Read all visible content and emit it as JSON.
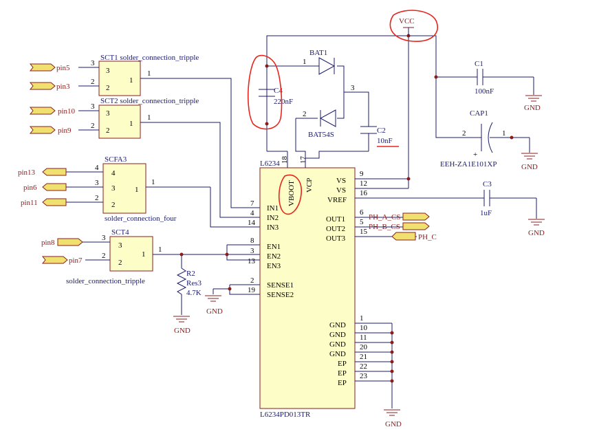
{
  "sct1": {
    "title": "SCT1 solder_connection_tripple",
    "pin3": "3",
    "pin2": "2",
    "pin1": "1",
    "in3": "3",
    "in2": "2",
    "out1": "1"
  },
  "sct2": {
    "title": "SCT2  solder_connection_tripple",
    "pin3": "3",
    "pin2": "2",
    "pin1": "1",
    "in3": "3",
    "in2": "2",
    "out1": "1"
  },
  "scfa3": {
    "title": "SCFA3",
    "subtitle": "solder_connection_four",
    "p4": "4",
    "p3": "3",
    "p2": "2",
    "p1": "1",
    "e4": "4",
    "e3": "3",
    "e2": "2",
    "e1": "1"
  },
  "sct4": {
    "title": "SCT4",
    "subtitle": "solder_connection_tripple",
    "pin3": "3",
    "pin2": "2",
    "pin1": "1",
    "in3": "3",
    "in2": "2",
    "out1": "1"
  },
  "ports": {
    "pin5": "pin5",
    "pin3": "pin3",
    "pin10": "pin10",
    "pin9": "pin9",
    "pin13": "pin13",
    "pin6": "pin6",
    "pin11": "pin11",
    "pin8": "pin8",
    "pin7": "pin7"
  },
  "bat1": {
    "name": "BAT1",
    "part": "BAT54S",
    "p1": "1",
    "p2": "2",
    "p3": "3"
  },
  "c4": {
    "name": "C4",
    "value": "220nF"
  },
  "c2": {
    "name": "C2",
    "value": "10nF"
  },
  "c1": {
    "name": "C1",
    "value": "100nF"
  },
  "cap1": {
    "name": "CAP1",
    "part": "EEH-ZA1E101XP",
    "p1": "1",
    "p2": "2",
    "plus": "+"
  },
  "c3": {
    "name": "C3",
    "value": "1uF"
  },
  "r2": {
    "name": "R2",
    "type": "Res3",
    "value": "4.7K"
  },
  "vcc": "VCC",
  "gnd": "GND",
  "ic": {
    "top": "L6234",
    "bottom": "L6234PD013TR",
    "vboot": "VBOOT",
    "vcp": "VCP",
    "pin18": "18",
    "pin17": "17",
    "left": [
      {
        "num": "7",
        "name": "IN1"
      },
      {
        "num": "4",
        "name": "IN2"
      },
      {
        "num": "14",
        "name": "IN3"
      },
      {
        "num": "8",
        "name": "EN1"
      },
      {
        "num": "3",
        "name": "EN2"
      },
      {
        "num": "13",
        "name": "EN3"
      },
      {
        "num": "2",
        "name": "SENSE1"
      },
      {
        "num": "19",
        "name": "SENSE2"
      }
    ],
    "right": [
      {
        "num": "9",
        "name": "VS"
      },
      {
        "num": "12",
        "name": "VS"
      },
      {
        "num": "16",
        "name": "VREF"
      },
      {
        "num": "6",
        "name": "OUT1"
      },
      {
        "num": "5",
        "name": "OUT2"
      },
      {
        "num": "15",
        "name": "OUT3"
      },
      {
        "num": "1",
        "name": "GND"
      },
      {
        "num": "10",
        "name": "GND"
      },
      {
        "num": "11",
        "name": "GND"
      },
      {
        "num": "20",
        "name": "GND"
      },
      {
        "num": "21",
        "name": "EP"
      },
      {
        "num": "22",
        "name": "EP"
      },
      {
        "num": "23",
        "name": "EP"
      }
    ]
  },
  "nets": {
    "pha": "PH_A_CS",
    "phb": "PH_B_CS",
    "phc": "PH_C"
  }
}
